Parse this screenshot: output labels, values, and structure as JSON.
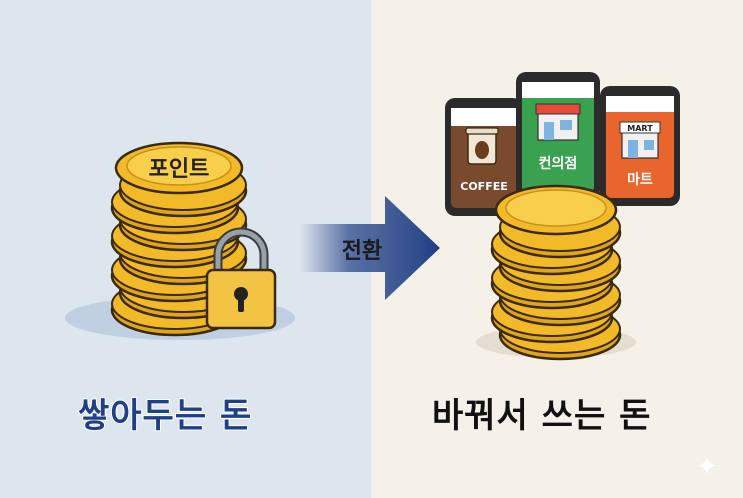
{
  "left": {
    "coin_label": "포인트",
    "caption": "쌓아두는 돈"
  },
  "arrow": {
    "label": "전환"
  },
  "right": {
    "caption": "바꿔서 쓰는 돈",
    "phones": [
      {
        "label": "COFFEE",
        "icon": "coffee-cup-icon",
        "color": "#7a4a2e"
      },
      {
        "label": "컨의점",
        "icon": "convenience-store-icon",
        "color": "#3aa150"
      },
      {
        "label": "마트",
        "icon": "mart-icon",
        "color": "#e8652e",
        "sign": "MART"
      }
    ]
  },
  "colors": {
    "coin": "#f2b928",
    "arrow": "#1f3f86",
    "lock": "#f3c443"
  }
}
